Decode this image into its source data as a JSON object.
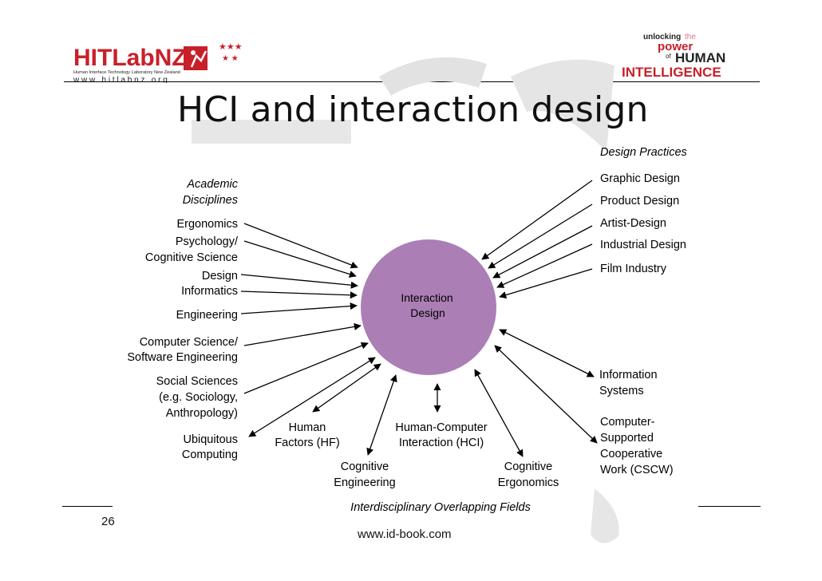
{
  "header": {
    "logo_left": {
      "main": "HITLabNZ",
      "sub": "Human Interface Technology Laboratory New Zealand",
      "url": "w w w . h i t l a b n z . o r g"
    },
    "logo_right": {
      "line1": "unlocking",
      "line1b": "the",
      "line2": "power",
      "line3": "of",
      "line4": "HUMAN",
      "line5": "INTELLIGENCE"
    },
    "title": "HCI and interaction design"
  },
  "diagram": {
    "center": [
      "Interaction",
      "Design"
    ],
    "left_heading": [
      "Academic",
      "Disciplines"
    ],
    "left_items": {
      "ergonomics": "Ergonomics",
      "psychology": [
        "Psychology/",
        "Cognitive Science"
      ],
      "design": "Design",
      "informatics": "Informatics",
      "engineering": "Engineering",
      "computer_science": [
        "Computer Science/",
        "Software Engineering"
      ],
      "social_sciences": [
        "Social Sciences",
        "(e.g. Sociology,",
        "Anthropology)"
      ],
      "ubiquitous": [
        "Ubiquitous",
        "Computing"
      ]
    },
    "right_heading": "Design Practices",
    "right_items": {
      "graphic": "Graphic Design",
      "product": "Product Design",
      "artist": "Artist-Design",
      "industrial": "Industrial Design",
      "film": "Film Industry",
      "information_systems": [
        "Information",
        "Systems"
      ],
      "cscw": [
        "Computer-",
        "Supported",
        "Cooperative",
        "Work (CSCW)"
      ]
    },
    "bottom_items": {
      "human_factors": [
        "Human",
        "Factors (HF)"
      ],
      "hci": [
        "Human-Computer",
        "Interaction (HCI)"
      ],
      "cognitive_engineering": [
        "Cognitive",
        "Engineering"
      ],
      "cognitive_ergonomics": [
        "Cognitive",
        "Ergonomics"
      ]
    },
    "bottom_heading": "Interdisciplinary Overlapping Fields",
    "colors": {
      "circle": "#ab7fb5",
      "line": "#000000"
    }
  },
  "footer": {
    "page_number": "26",
    "website": "www.id-book.com"
  }
}
